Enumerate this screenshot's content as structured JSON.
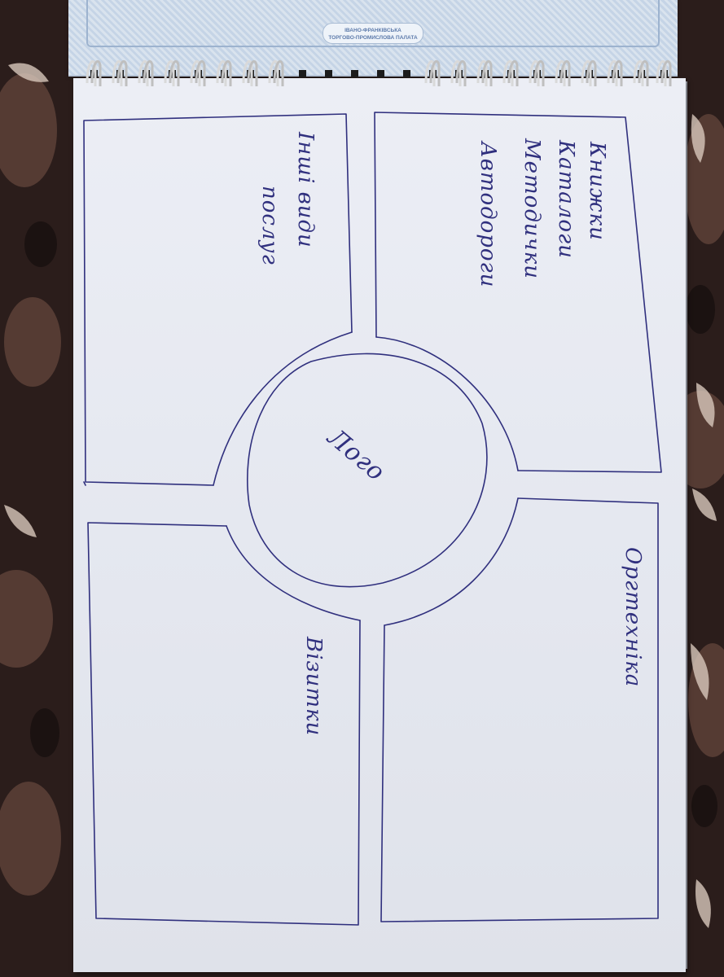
{
  "cover": {
    "line1": "ІВАНО-ФРАНКІВСЬКА",
    "line2": "ТОРГОВО-ПРОМИСЛОВА ПАЛАТА"
  },
  "sketch": {
    "quadrant_top_right": [
      "Книжки",
      "Каталоги",
      "Методички",
      "Автодороги"
    ],
    "quadrant_top_left": [
      "Інші види",
      "послуг"
    ],
    "center": "Лого",
    "quadrant_bottom_right": "Оргтехніка",
    "quadrant_bottom_left": "Візитки"
  },
  "colors": {
    "ink": "#30307e",
    "paper": "#e6e9f1",
    "cover_print": "#5d7bab",
    "carpet": "#2b1d1b"
  }
}
